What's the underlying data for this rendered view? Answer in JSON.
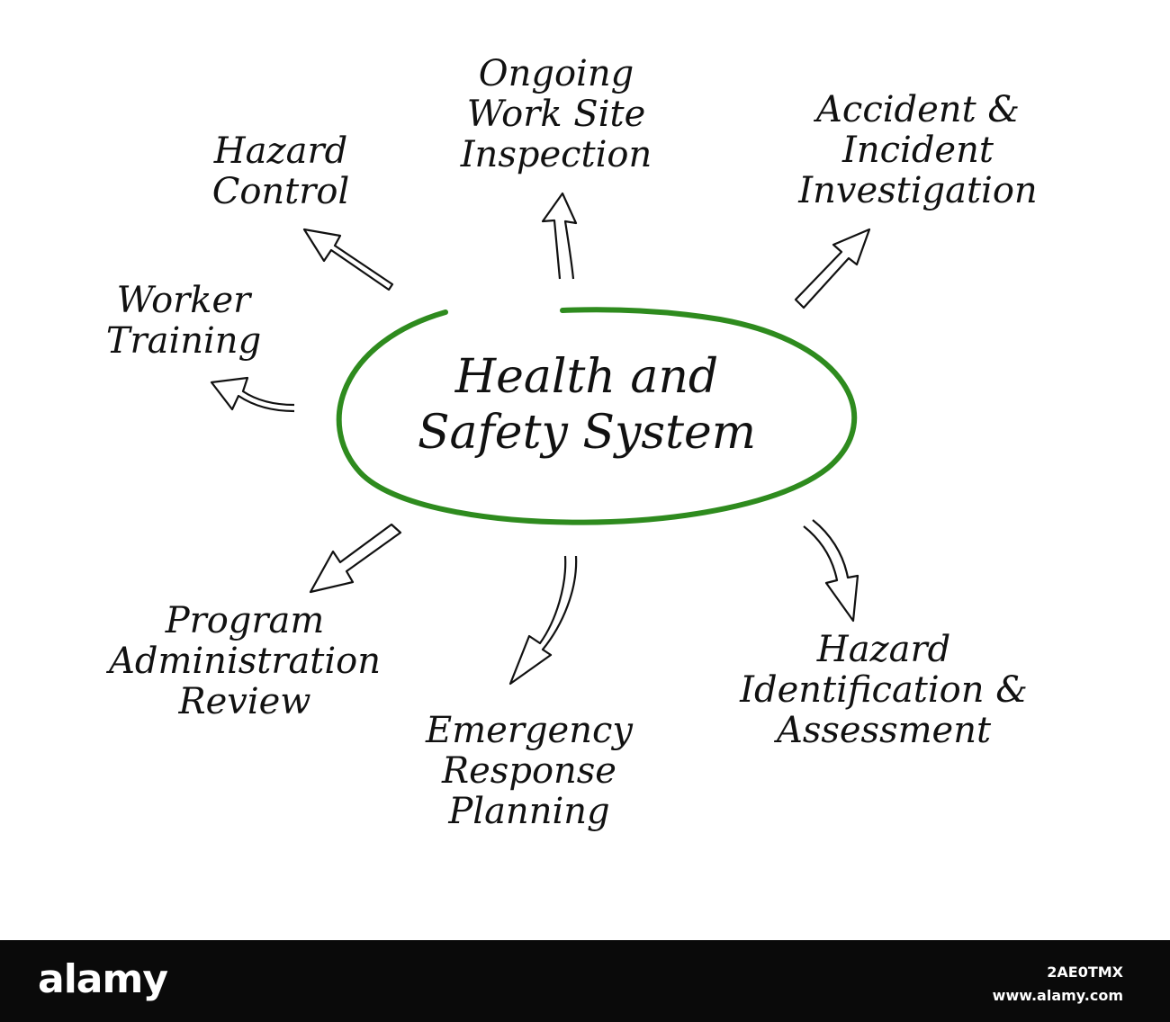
{
  "diagram": {
    "center": [
      "Health and",
      "Safety System"
    ],
    "accent_color": "#2e8b1e",
    "branches": {
      "worker_training": [
        "Worker",
        "Training"
      ],
      "hazard_control": [
        "Hazard",
        "Control"
      ],
      "ongoing_inspection": [
        "Ongoing",
        "Work Site",
        "Inspection"
      ],
      "accident_investigation": [
        "Accident  &",
        "Incident",
        "Investigation"
      ],
      "program_review": [
        "Program",
        "Administration",
        "Review"
      ],
      "emergency_planning": [
        "Emergency",
        "Response",
        "Planning"
      ],
      "hazard_identification": [
        "Hazard",
        "Identification &",
        "Assessment"
      ]
    }
  },
  "footer": {
    "logo": "alamy",
    "image_id": "2AE0TMX",
    "site": "www.alamy.com"
  }
}
